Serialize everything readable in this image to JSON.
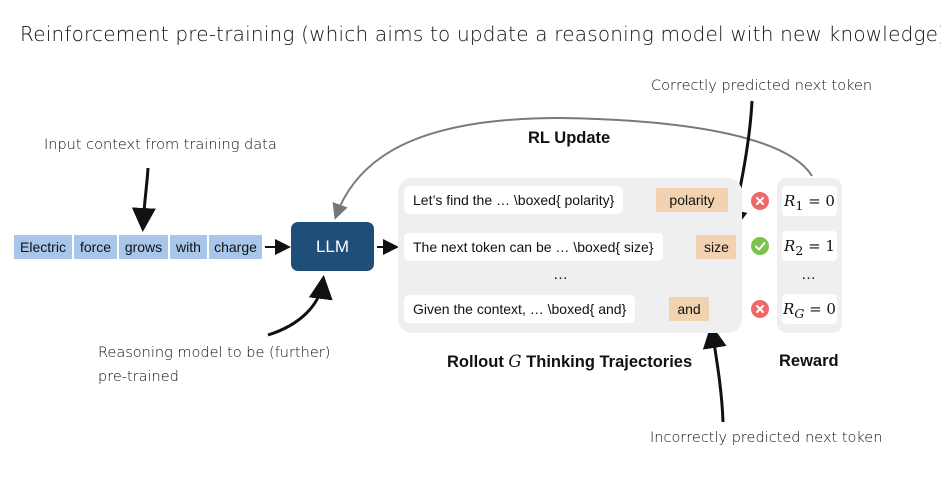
{
  "title": "Reinforcement pre-training (which aims to update a reasoning model with new knowledge)",
  "annotations": {
    "input_context": "Input context from training data",
    "reasoning_model": [
      "Reasoning model to be (further)",
      "pre-trained"
    ],
    "correct_token": "Correctly predicted next token",
    "incorrect_token": "Incorrectly predicted next token"
  },
  "input_tokens": [
    "Electric",
    "force",
    "grows",
    "with",
    "charge"
  ],
  "llm_label": "LLM",
  "rl_update_label": "RL Update",
  "rollouts": [
    {
      "text": "Let’s find the … \\boxed{ polarity}",
      "token": "polarity",
      "status": "incorrect"
    },
    {
      "text": "The next token can be … \\boxed{ size}",
      "token": "size",
      "status": "correct"
    },
    {
      "text": "Given the context, … \\boxed{ and}",
      "token": "and",
      "status": "incorrect"
    }
  ],
  "rollout_ellipsis": "…",
  "rewards": [
    {
      "symbol": "R",
      "sub": "1",
      "eq": " = 0"
    },
    {
      "symbol": "R",
      "sub": "2",
      "eq": " = 1"
    },
    {
      "symbol": "R",
      "sub": "G",
      "eq": " = 0"
    }
  ],
  "reward_ellipsis": "…",
  "rollout_caption": {
    "prefix": "Rollout ",
    "var": "G",
    "suffix": " Thinking Trajectories"
  },
  "reward_caption": "Reward",
  "colors": {
    "token_blue": "#a7c6ea",
    "llm_navy": "#1f4e79",
    "panel_gray": "#efefef",
    "token_peach": "#f3d2b2",
    "incorrect_red": "#ee6a6a",
    "correct_green": "#7cc34a"
  },
  "icons": {
    "incorrect": "x-circle-icon",
    "correct": "check-circle-icon"
  }
}
